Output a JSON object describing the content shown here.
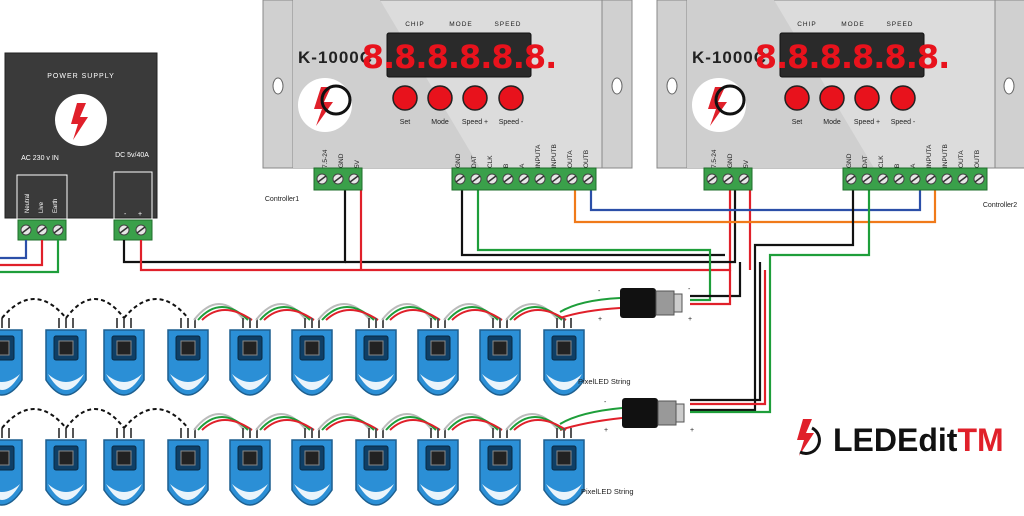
{
  "power_supply": {
    "title": "POWER SUPPLY",
    "ac_label": "AC 230 v IN",
    "dc_label": "DC 5v/40A",
    "ac_terminals": [
      "Neutral",
      "Live",
      "Earth"
    ],
    "dc_terminals": [
      "-",
      "+"
    ]
  },
  "controllers": [
    {
      "model": "K-1000C",
      "display": "8.8.8.8.8.8.",
      "header_labels": [
        "CHIP",
        "MODE",
        "SPEED"
      ],
      "buttons": [
        "Set",
        "Mode",
        "Speed +",
        "Speed -"
      ],
      "left_terminals": [
        "7.5-24",
        "GND",
        "5V"
      ],
      "right_terminals": [
        "GND",
        "DAT",
        "CLK",
        "B",
        "A",
        "INPUTA",
        "INPUTB",
        "OUTA",
        "OUTB"
      ],
      "caption": "Controller1"
    },
    {
      "model": "K-1000C",
      "display": "8.8.8.8.8.8.",
      "header_labels": [
        "CHIP",
        "MODE",
        "SPEED"
      ],
      "buttons": [
        "Set",
        "Mode",
        "Speed +",
        "Speed -"
      ],
      "left_terminals": [
        "7.5-24",
        "GND",
        "5V"
      ],
      "right_terminals": [
        "GND",
        "DAT",
        "CLK",
        "B",
        "A",
        "INPUTA",
        "INPUTB",
        "OUTA",
        "OUTB"
      ],
      "caption": "Controller2"
    }
  ],
  "strings": [
    {
      "label": "PixelLED String",
      "connector_minus": "-",
      "connector_plus": "+"
    },
    {
      "label": "PixelLED String",
      "connector_minus": "-",
      "connector_plus": "+"
    }
  ],
  "brand": {
    "name_dark": "LEDEdit",
    "name_red": "TM"
  },
  "colors": {
    "red": "#e0202a",
    "black": "#111111",
    "green": "#1e9e3a",
    "blue": "#2b4fa8",
    "orange": "#f07a1a",
    "terminal_green": "#3aa04a",
    "led_blue": "#2b8fd6",
    "panel_gray": "#d8d8d8",
    "display_red": "#e8121c"
  }
}
